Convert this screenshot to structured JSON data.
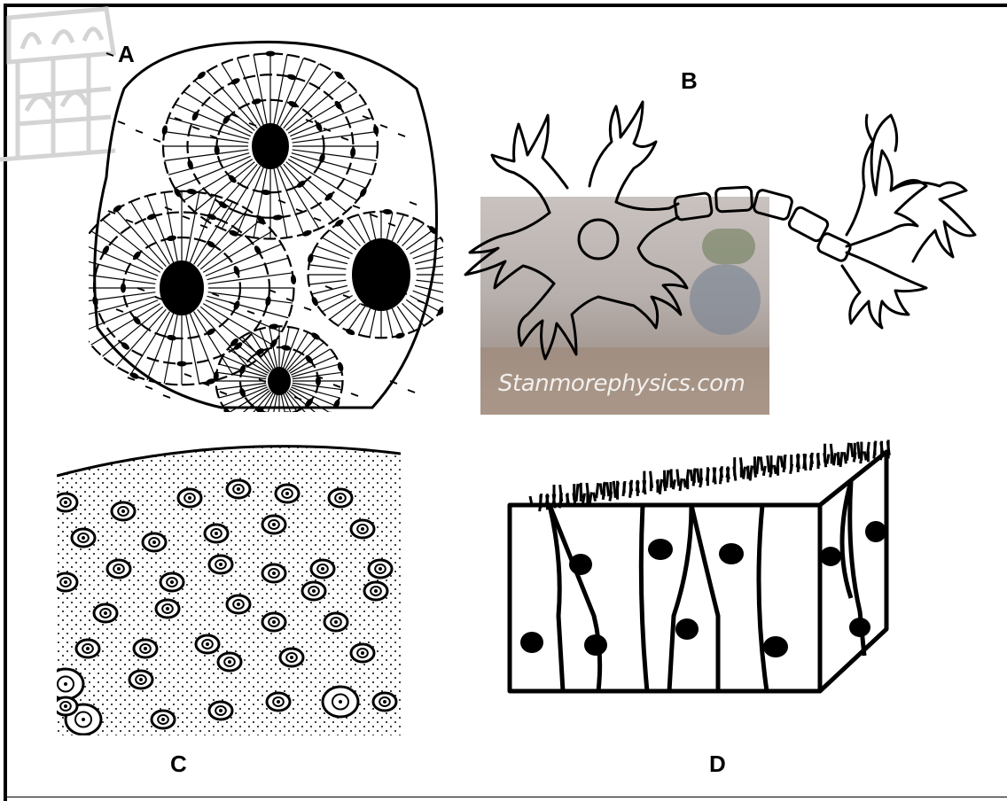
{
  "labels": {
    "a": "A",
    "b": "B",
    "c": "C",
    "d": "D"
  },
  "watermark": {
    "text": "Stanmorephysics.com"
  },
  "colors": {
    "ink": "#000000",
    "paper": "#ffffff",
    "photo_tint": "#b9b2ae"
  }
}
